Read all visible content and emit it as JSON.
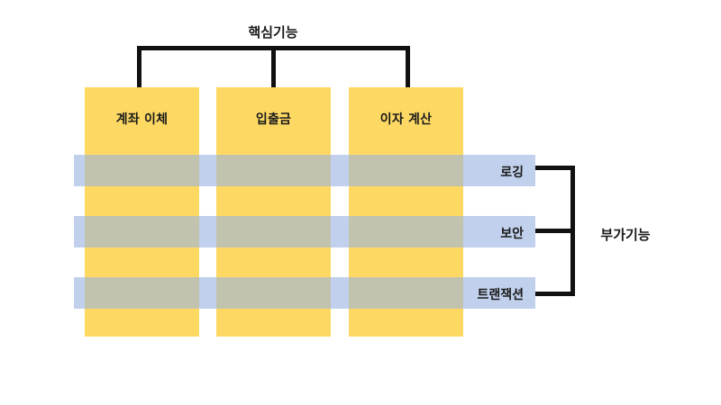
{
  "diagram": {
    "title_top": "핵심기능",
    "title_right": "부가기능",
    "core_features": [
      {
        "label": "계좌 이체"
      },
      {
        "label": "입출금"
      },
      {
        "label": "이자 계산"
      }
    ],
    "cross_cutting_concerns": [
      {
        "label": "로깅"
      },
      {
        "label": "보안"
      },
      {
        "label": "트랜잭션"
      }
    ],
    "colors": {
      "core_column": "#fdd964",
      "concern_bar": "#c1d0ec",
      "intersection": "#c2c3af",
      "connector": "#111111",
      "text": "#1a1a1a",
      "background": "#ffffff"
    }
  }
}
